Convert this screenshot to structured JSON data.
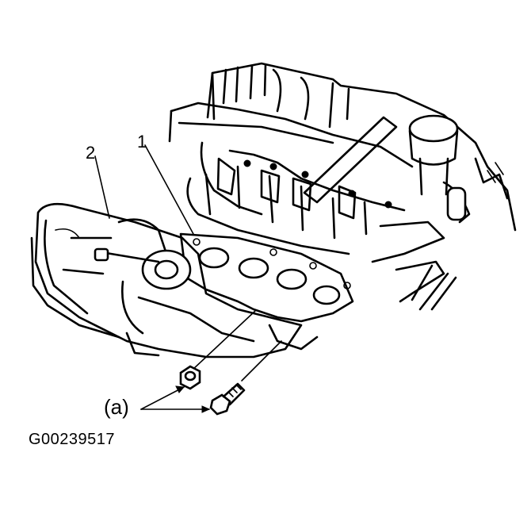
{
  "figure": {
    "callouts": {
      "part_1": "1",
      "part_2": "2",
      "fasteners": "(a)"
    },
    "figure_id": "G00239517"
  }
}
